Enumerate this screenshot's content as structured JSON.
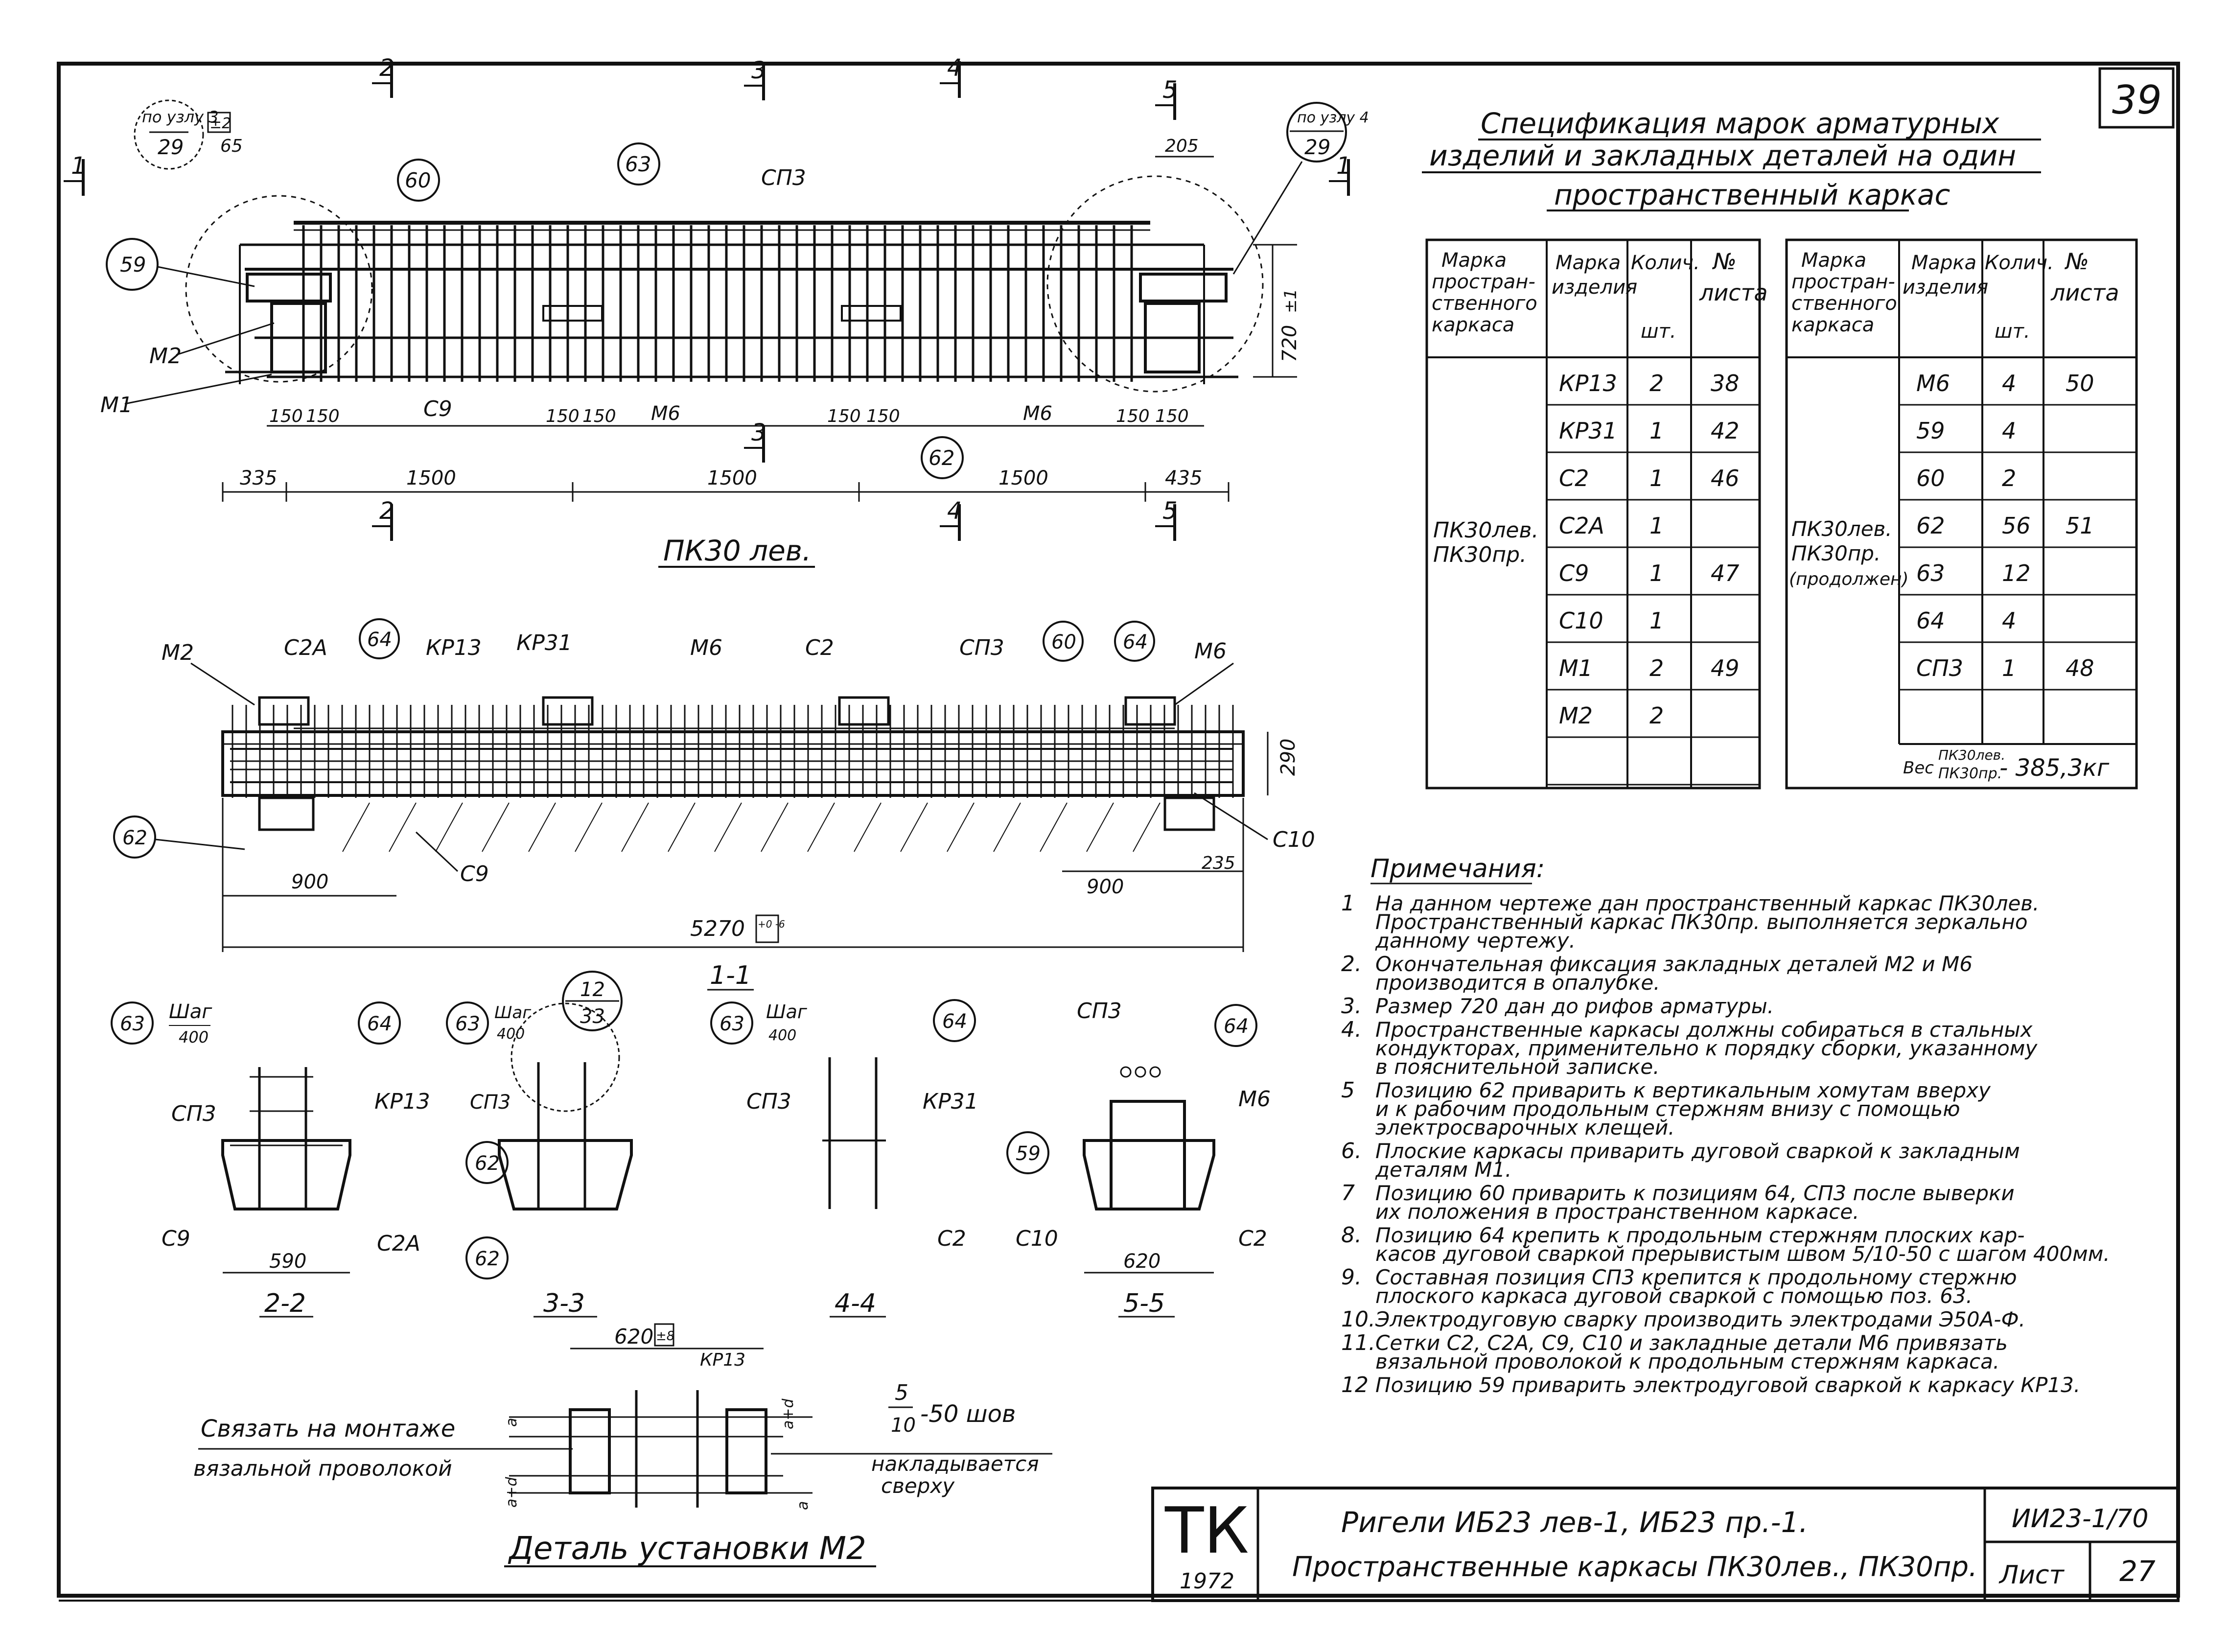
{
  "sheet_corner_number": "39",
  "spec": {
    "title_lines": [
      "Спецификация марок арматурных",
      "изделий и закладных деталей на один",
      "пространственный каркас"
    ],
    "headers": [
      "Марка пространственного каркаса",
      "Марка изделия",
      "Колич. шт.",
      "№ листа"
    ],
    "left_frame_labels": [
      "ПК30лев.",
      "ПК30пр."
    ],
    "left_rows": [
      {
        "item": "КР13",
        "qty": "2",
        "sheet": "38"
      },
      {
        "item": "КР31",
        "qty": "1",
        "sheet": "42"
      },
      {
        "item": "С2",
        "qty": "1",
        "sheet": "46"
      },
      {
        "item": "С2А",
        "qty": "1",
        "sheet": ""
      },
      {
        "item": "С9",
        "qty": "1",
        "sheet": "47"
      },
      {
        "item": "С10",
        "qty": "1",
        "sheet": ""
      },
      {
        "item": "М1",
        "qty": "2",
        "sheet": "49"
      },
      {
        "item": "М2",
        "qty": "2",
        "sheet": ""
      },
      {
        "item": "",
        "qty": "",
        "sheet": ""
      }
    ],
    "right_frame_labels": [
      "ПК30лев.",
      "ПК30пр.",
      "(продолжен)"
    ],
    "right_rows": [
      {
        "item": "М6",
        "qty": "4",
        "sheet": "50"
      },
      {
        "item": "59",
        "qty": "4",
        "sheet": ""
      },
      {
        "item": "60",
        "qty": "2",
        "sheet": ""
      },
      {
        "item": "62",
        "qty": "56",
        "sheet": "51"
      },
      {
        "item": "63",
        "qty": "12",
        "sheet": ""
      },
      {
        "item": "64",
        "qty": "4",
        "sheet": ""
      },
      {
        "item": "СП3",
        "qty": "1",
        "sheet": "48"
      },
      {
        "item": "",
        "qty": "",
        "sheet": ""
      }
    ],
    "weight": {
      "label": "Вес",
      "frames": [
        "ПК30лев.",
        "ПК30пр."
      ],
      "value": "- 385,3кг"
    }
  },
  "notes": {
    "title": "Примечания:",
    "items": [
      {
        "n": "1",
        "lines": [
          "На данном чертеже дан пространственный каркас ПК30лев.",
          "Пространственный каркас ПК30пр. выполняется зеркально",
          "данному чертежу."
        ]
      },
      {
        "n": "2.",
        "lines": [
          "Окончательная фиксация закладных деталей М2 и М6",
          "производится в опалубке."
        ]
      },
      {
        "n": "3.",
        "lines": [
          "Размер 720 дан до рифов арматуры."
        ]
      },
      {
        "n": "4.",
        "lines": [
          "Пространственные каркасы должны собираться в стальных",
          "кондукторах, применительно к порядку сборки, указанному",
          "в пояснительной записке."
        ]
      },
      {
        "n": "5",
        "lines": [
          "Позицию 62 приварить к вертикальным хомутам вверху",
          "и к рабочим продольным стержням внизу с помощью",
          "электросварочных клещей."
        ]
      },
      {
        "n": "6.",
        "lines": [
          "Плоские каркасы приварить дуговой сваркой к закладным",
          "деталям М1."
        ]
      },
      {
        "n": "7",
        "lines": [
          "Позицию 60 приварить к позициям 64, СП3 после выверки",
          "их положения в пространственном каркасе."
        ]
      },
      {
        "n": "8.",
        "lines": [
          "Позицию 64 крепить к продольным стержням плоских кар-",
          "касов дуговой сваркой прерывистым швом 5/10-50 с шагом 400мм."
        ]
      },
      {
        "n": "9.",
        "lines": [
          "Составная позиция СП3 крепится к продольному стержню",
          "плоского каркаса дуговой сваркой с помощью поз. 63."
        ]
      },
      {
        "n": "10.",
        "lines": [
          "Электродуговую сварку производить электродами Э50А-Ф."
        ]
      },
      {
        "n": "11.",
        "lines": [
          "Сетки С2, С2А, С9, С10 и закладные детали М6 привязать",
          "вязальной проволокой к продольным стержням каркаса."
        ]
      },
      {
        "n": "12",
        "lines": [
          "Позицию 59 приварить электродуговой сваркой к каркасу КР13."
        ]
      }
    ]
  },
  "title_block": {
    "org": "ТК",
    "year": "1972",
    "line1": "Ригели ИБ23 лев-1, ИБ23 пр.-1.",
    "line2": "Пространственные каркасы ПК30лев., ПК30пр.",
    "doc_code": "ИИ23-1/70",
    "sheet_label": "Лист",
    "sheet_no": "27"
  },
  "elevation": {
    "title": "ПК30 лев.",
    "section_marks": [
      "1",
      "1",
      "2",
      "2",
      "3",
      "3",
      "4",
      "4",
      "5",
      "5"
    ],
    "node_refs": [
      {
        "top": "по узлу 3",
        "bottom": "29"
      },
      {
        "top": "по узлу 4",
        "bottom": "29"
      }
    ],
    "tolerance_mark": "±2",
    "dims_top": [
      "65",
      "205"
    ],
    "height_dim": "720",
    "height_tol": "±1",
    "bottom_dims": [
      "335",
      "1500",
      "1500",
      "1500",
      "435"
    ],
    "spacing_dims": [
      "150",
      "150",
      "150",
      "150",
      "150",
      "150",
      "150",
      "150"
    ],
    "labels": [
      "СП3",
      "М2",
      "М1",
      "С9",
      "М6",
      "М6"
    ],
    "circles": [
      "60",
      "63",
      "59",
      "62"
    ]
  },
  "plan": {
    "labels": [
      "М2",
      "С2А",
      "КР13",
      "КР31",
      "М6",
      "С2",
      "СП3",
      "М6",
      "С9",
      "С10"
    ],
    "circles": [
      "64",
      "60",
      "64",
      "62"
    ],
    "width_dim": "290",
    "dims": [
      "900",
      "900",
      "235"
    ],
    "total_length": "5270",
    "total_tol": "+0 -6"
  },
  "sections": {
    "section_1_1_label": "1-1",
    "pitch_label": "Шаг",
    "pitch_value": "400",
    "detail_ref": {
      "top": "12",
      "bottom": "33"
    },
    "s22": {
      "title": "2-2",
      "labels": [
        "СП3",
        "КР13",
        "С9",
        "С2А"
      ],
      "circles": [
        "63",
        "64"
      ],
      "dim": "590"
    },
    "s33": {
      "title": "3-3",
      "labels": [
        "СП3"
      ],
      "circles": [
        "63",
        "62",
        "62"
      ]
    },
    "s44": {
      "title": "4-4",
      "labels": [
        "СП3",
        "КР31",
        "С2"
      ],
      "circles": [
        "63",
        "64"
      ]
    },
    "s55": {
      "title": "5-5",
      "labels": [
        "СП3",
        "М6",
        "С10",
        "С2"
      ],
      "circles": [
        "64",
        "59"
      ],
      "dim": "620"
    }
  },
  "detail_m2": {
    "title": "Деталь установки М2",
    "dim": "620",
    "dim_tol": "±8",
    "label": "КР13",
    "left_note": [
      "Связать на монтаже",
      "вязальной проволокой"
    ],
    "weld": {
      "num": "5",
      "den": "10",
      "rest": "-50 шов"
    },
    "right_note": [
      "накладывается",
      "сверху"
    ],
    "a_marks": [
      "а",
      "а+d",
      "а+d",
      "а"
    ]
  }
}
